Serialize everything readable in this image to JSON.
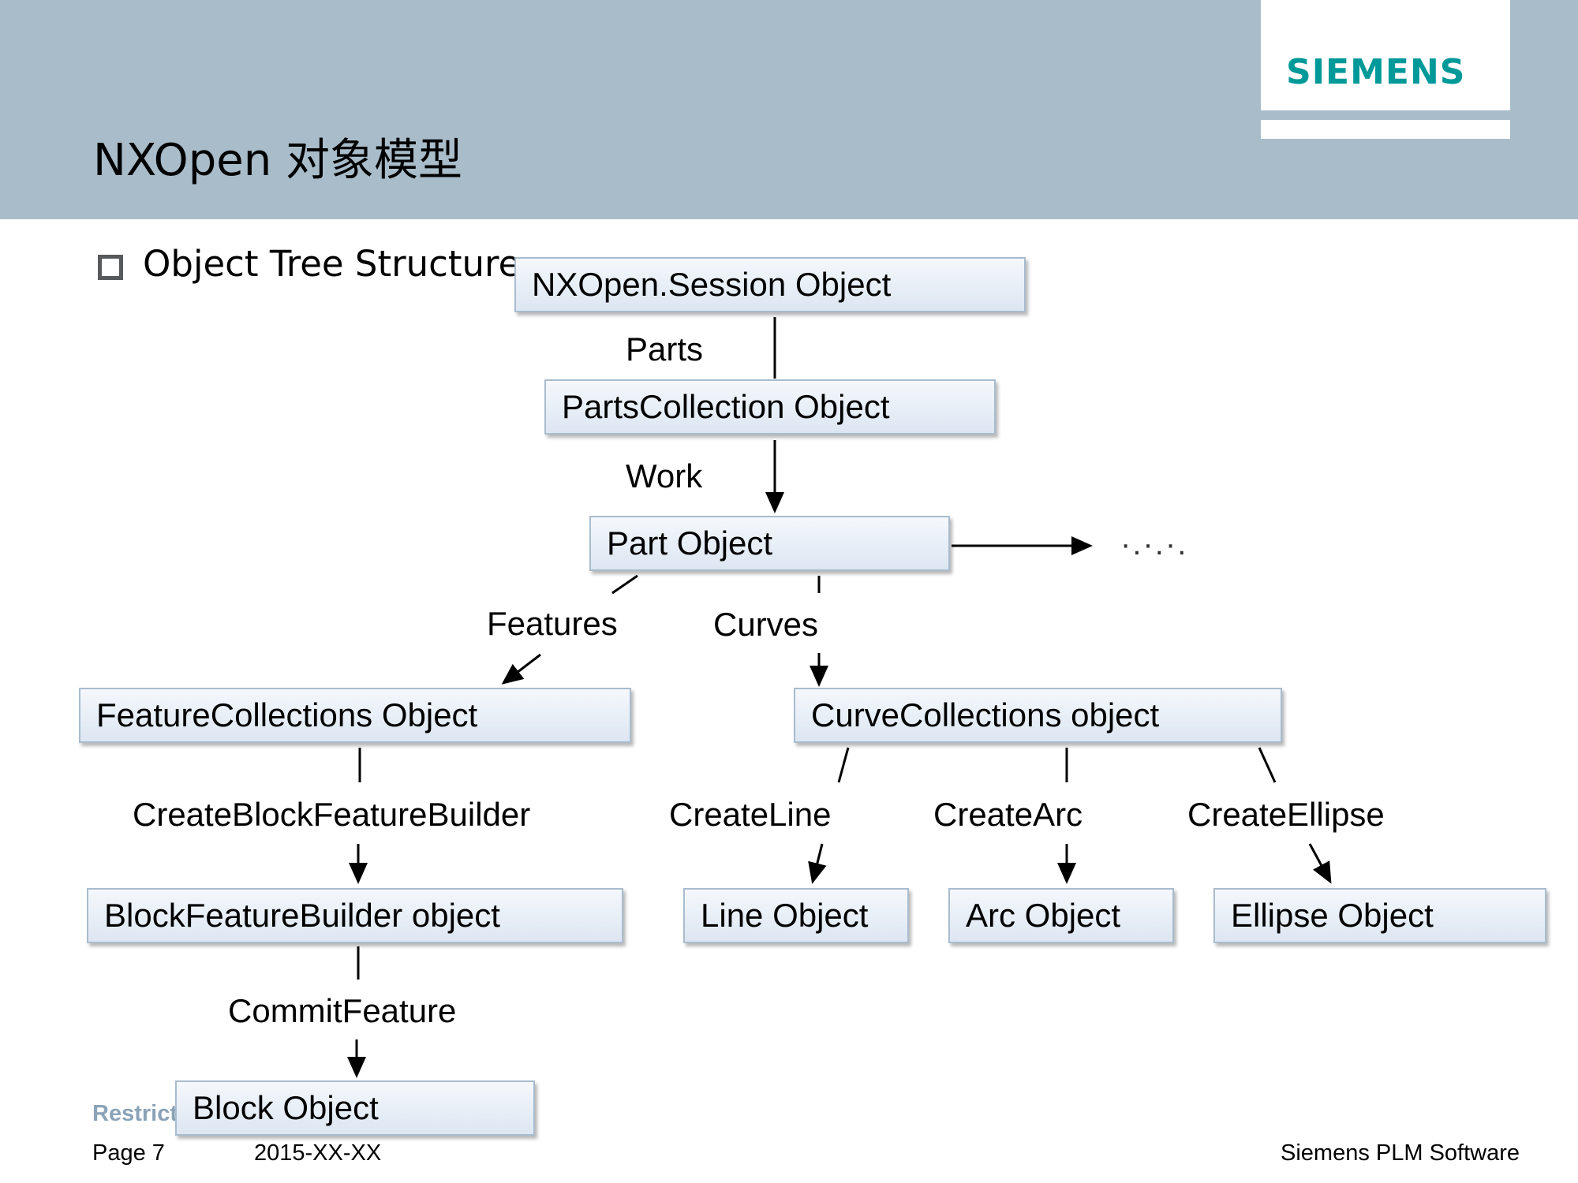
{
  "header": {
    "title": "NXOpen 对象模型",
    "logo": "SIEMENS",
    "logo_color": "#009999",
    "band_color": "#a9bcc9"
  },
  "bullet": {
    "text": "Object Tree Structure"
  },
  "nodes": {
    "session": "NXOpen.Session Object",
    "parts_collection": "PartsCollection Object",
    "part": "Part Object",
    "feature_collections": "FeatureCollections Object",
    "curve_collections": "CurveCollections object",
    "block_feature_builder": "BlockFeatureBuilder object",
    "line": "Line Object",
    "arc": "Arc Object",
    "ellipse": "Ellipse Object",
    "block": "Block Object"
  },
  "edges": {
    "parts": "Parts",
    "work": "Work",
    "features": "Features",
    "curves": "Curves",
    "create_block_feature_builder": "CreateBlockFeatureBuilder",
    "create_line": "CreateLine",
    "create_arc": "CreateArc",
    "create_ellipse": "CreateEllipse",
    "commit_feature": "CommitFeature",
    "more": "·.·.·."
  },
  "footer": {
    "restricted": "Restrict",
    "page": "Page 7",
    "date": "2015-XX-XX",
    "company": "Siemens PLM Software"
  }
}
